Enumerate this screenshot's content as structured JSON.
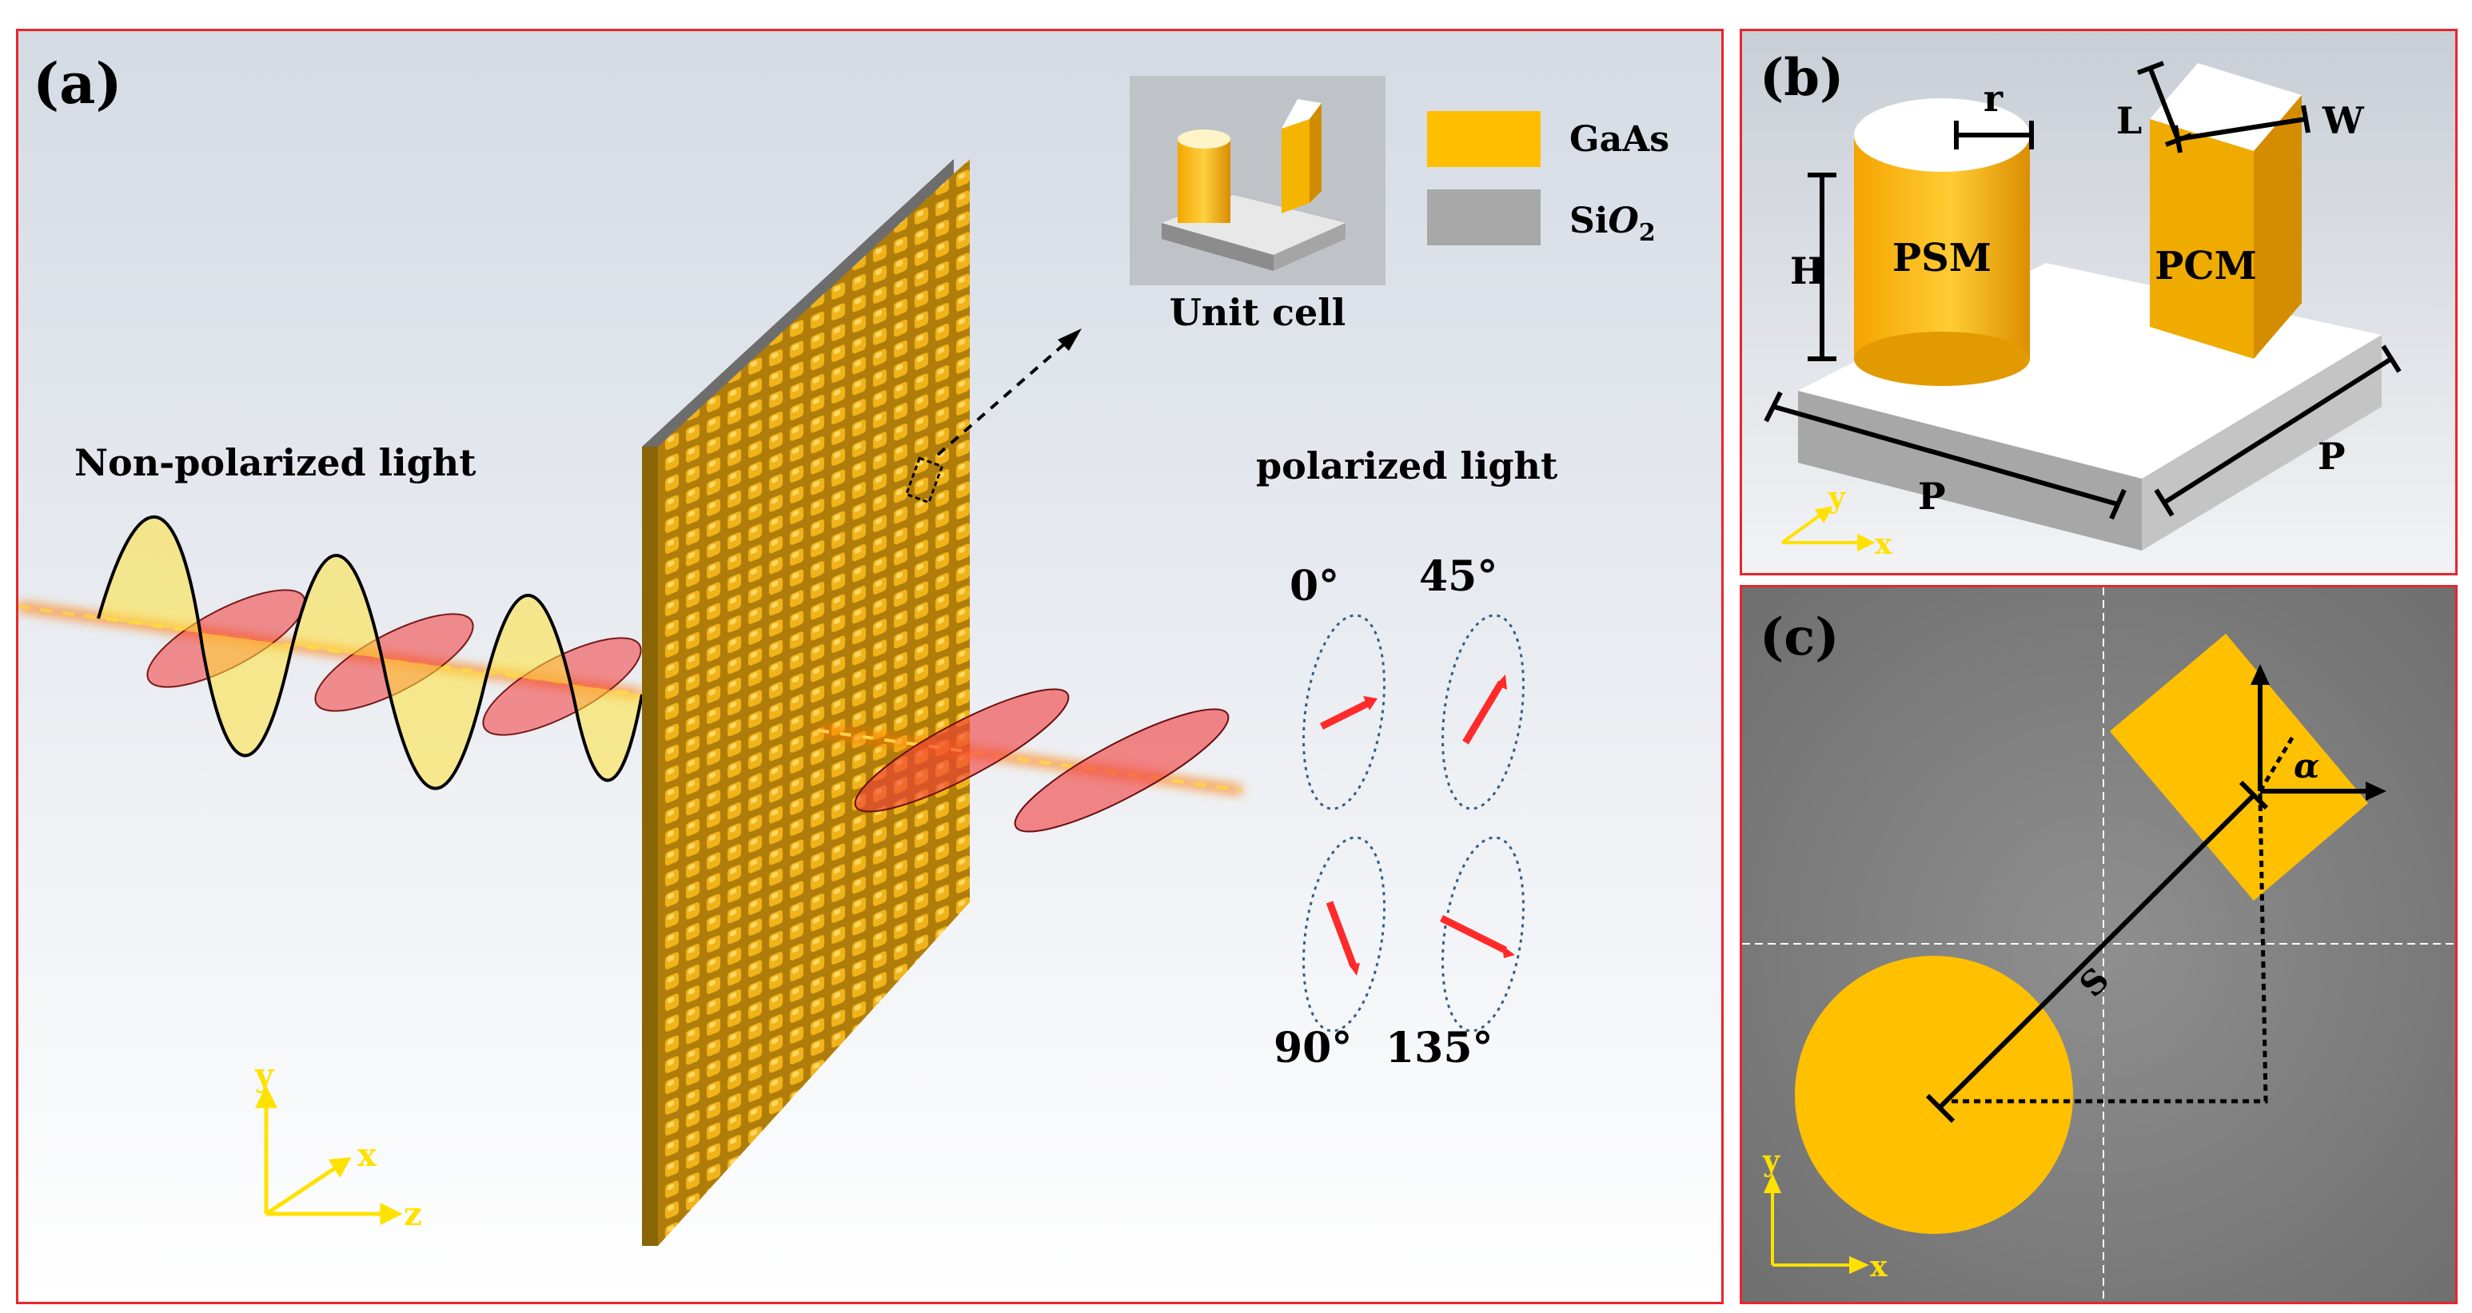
{
  "panel_a": {
    "label": "(a)",
    "incident_label": "Non-polarized light",
    "output_label": "polarized light",
    "unit_cell_label": "Unit cell",
    "legend": [
      {
        "name": "GaAs",
        "color": "#ffbf00"
      },
      {
        "name_prefix": "Si",
        "name_italic": "O",
        "name_sub": "2",
        "color": "#a8a8a8"
      }
    ],
    "angles": [
      "0°",
      "45°",
      "90°",
      "135°"
    ],
    "axes": {
      "y": "y",
      "x": "x",
      "z": "z"
    }
  },
  "panel_b": {
    "label": "(b)",
    "dims": {
      "r": "r",
      "H": "H",
      "L": "L",
      "W": "W",
      "P1": "P",
      "P2": "P"
    },
    "psm": "PSM",
    "pcm": "PCM",
    "axes": {
      "y": "y",
      "x": "x"
    }
  },
  "panel_c": {
    "label": "(c)",
    "s_label": "S",
    "alpha_label": "α",
    "axes": {
      "y": "y",
      "x": "x"
    }
  },
  "colors": {
    "gold": "#ffbf00",
    "border": "#e8262b",
    "axis": "#ffe100",
    "red": "#ff3030"
  }
}
